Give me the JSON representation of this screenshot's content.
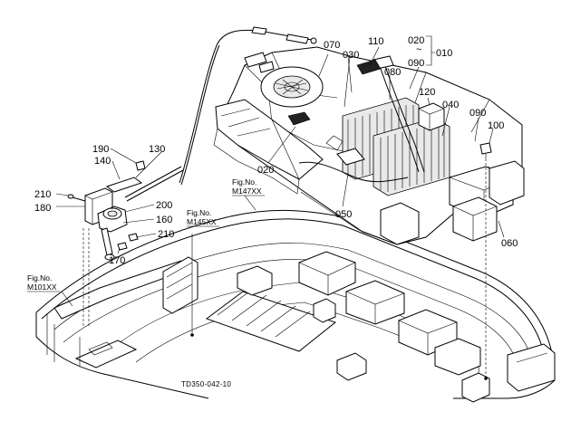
{
  "diagram": {
    "code": "TD350-042-10",
    "parts": {
      "p010": "010",
      "p020_top": "020",
      "p020_tilde": "~",
      "p090_top": "090",
      "p110": "110",
      "p070": "070",
      "p030": "030",
      "p080": "080",
      "p120": "120",
      "p040": "040",
      "p090_right": "090",
      "p100": "100",
      "p190": "190",
      "p130": "130",
      "p140": "140",
      "p210_left": "210",
      "p180": "180",
      "p200": "200",
      "p160": "160",
      "p210_lower": "210",
      "p170": "170",
      "p020_mid": "020",
      "p050": "050",
      "p060": "060"
    },
    "refs": {
      "r1_label": "Fig.No.",
      "r1_value": "M147XX",
      "r2_label": "Fig.No.",
      "r2_value": "M145XX",
      "r3_label": "Fig.No.",
      "r3_value": "M101XX"
    }
  }
}
